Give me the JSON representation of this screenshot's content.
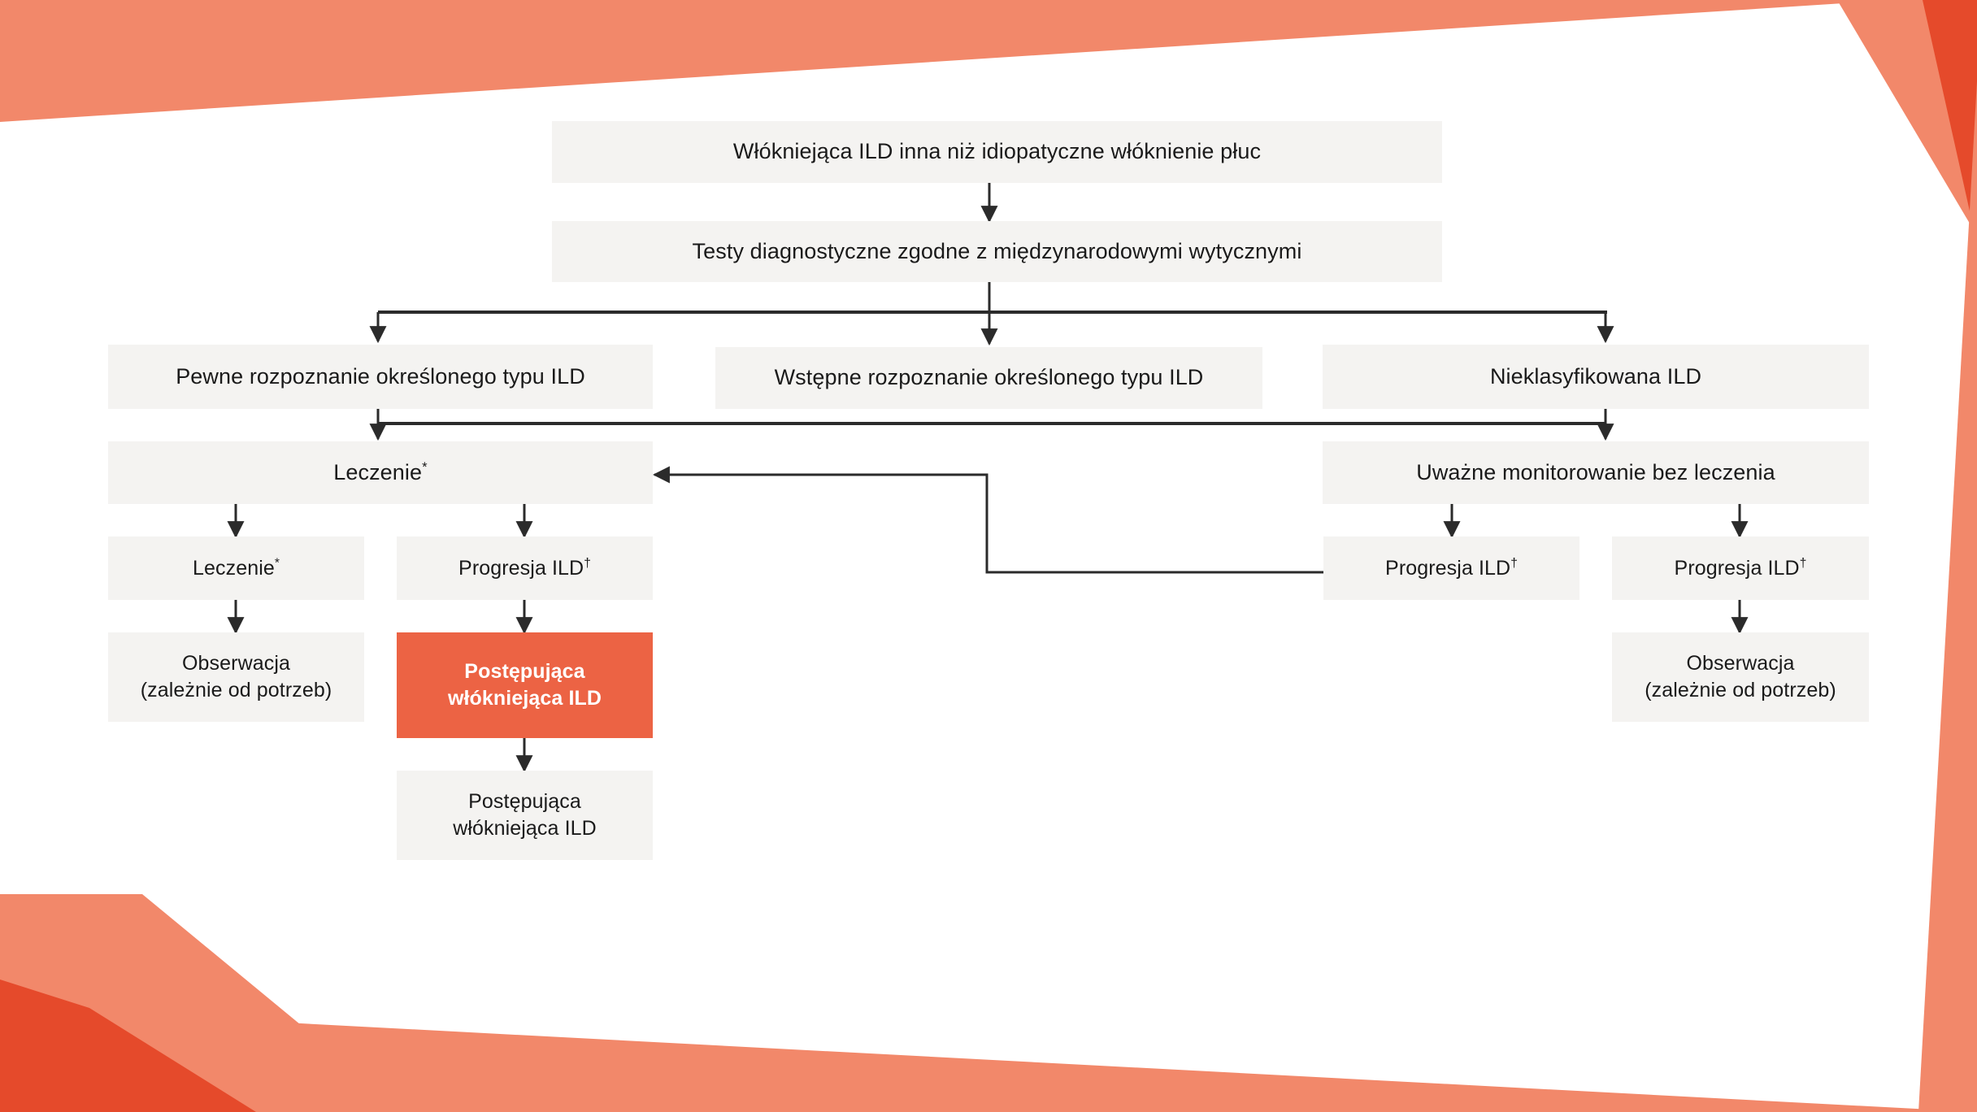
{
  "theme": {
    "page_background": "#ffffff",
    "box_background": "#f4f3f1",
    "accent_background": "#ec6344",
    "accent_text": "#ffffff",
    "text_color": "#1a1a1a",
    "connector_color": "#2b2b2b",
    "decor_light": "#f2886a",
    "decor_dark": "#e54a2b"
  },
  "flowchart": {
    "type": "flowchart",
    "language": "pl",
    "nodes": {
      "root": {
        "label": "Włókniejąca ILD inna niż idiopatyczne włóknienie płuc"
      },
      "diagnostics": {
        "label": "Testy diagnostyczne zgodne z międzynarodowymi wytycznymi"
      },
      "confident_dx": {
        "label": "Pewne rozpoznanie określonego typu ILD"
      },
      "provisional_dx": {
        "label": "Wstępne rozpoznanie określonego typu ILD"
      },
      "unclassifiable": {
        "label": "Nieklasyfikowana ILD"
      },
      "treatment_main": {
        "label": "Leczenie",
        "mark": "*"
      },
      "watchful_waiting": {
        "label": "Uważne monitorowanie bez leczenia"
      },
      "treatment_left": {
        "label": "Leczenie",
        "mark": "*"
      },
      "progression_left": {
        "label": "Progresja ILD",
        "mark": "†"
      },
      "progression_mid": {
        "label": "Progresja ILD",
        "mark": "†"
      },
      "progression_right": {
        "label": "Progresja ILD",
        "mark": "†"
      },
      "observation_left": {
        "line1": "Obserwacja",
        "line2": "(zależnie od potrzeb)"
      },
      "observation_right": {
        "line1": "Obserwacja",
        "line2": "(zależnie od potrzeb)"
      },
      "ppf_accent": {
        "line1": "Postępująca",
        "line2": "włókniejąca ILD"
      },
      "ppf_plain": {
        "line1": "Postępująca",
        "line2": "włókniejąca ILD"
      }
    },
    "footnote_markers": [
      "*",
      "†"
    ]
  }
}
